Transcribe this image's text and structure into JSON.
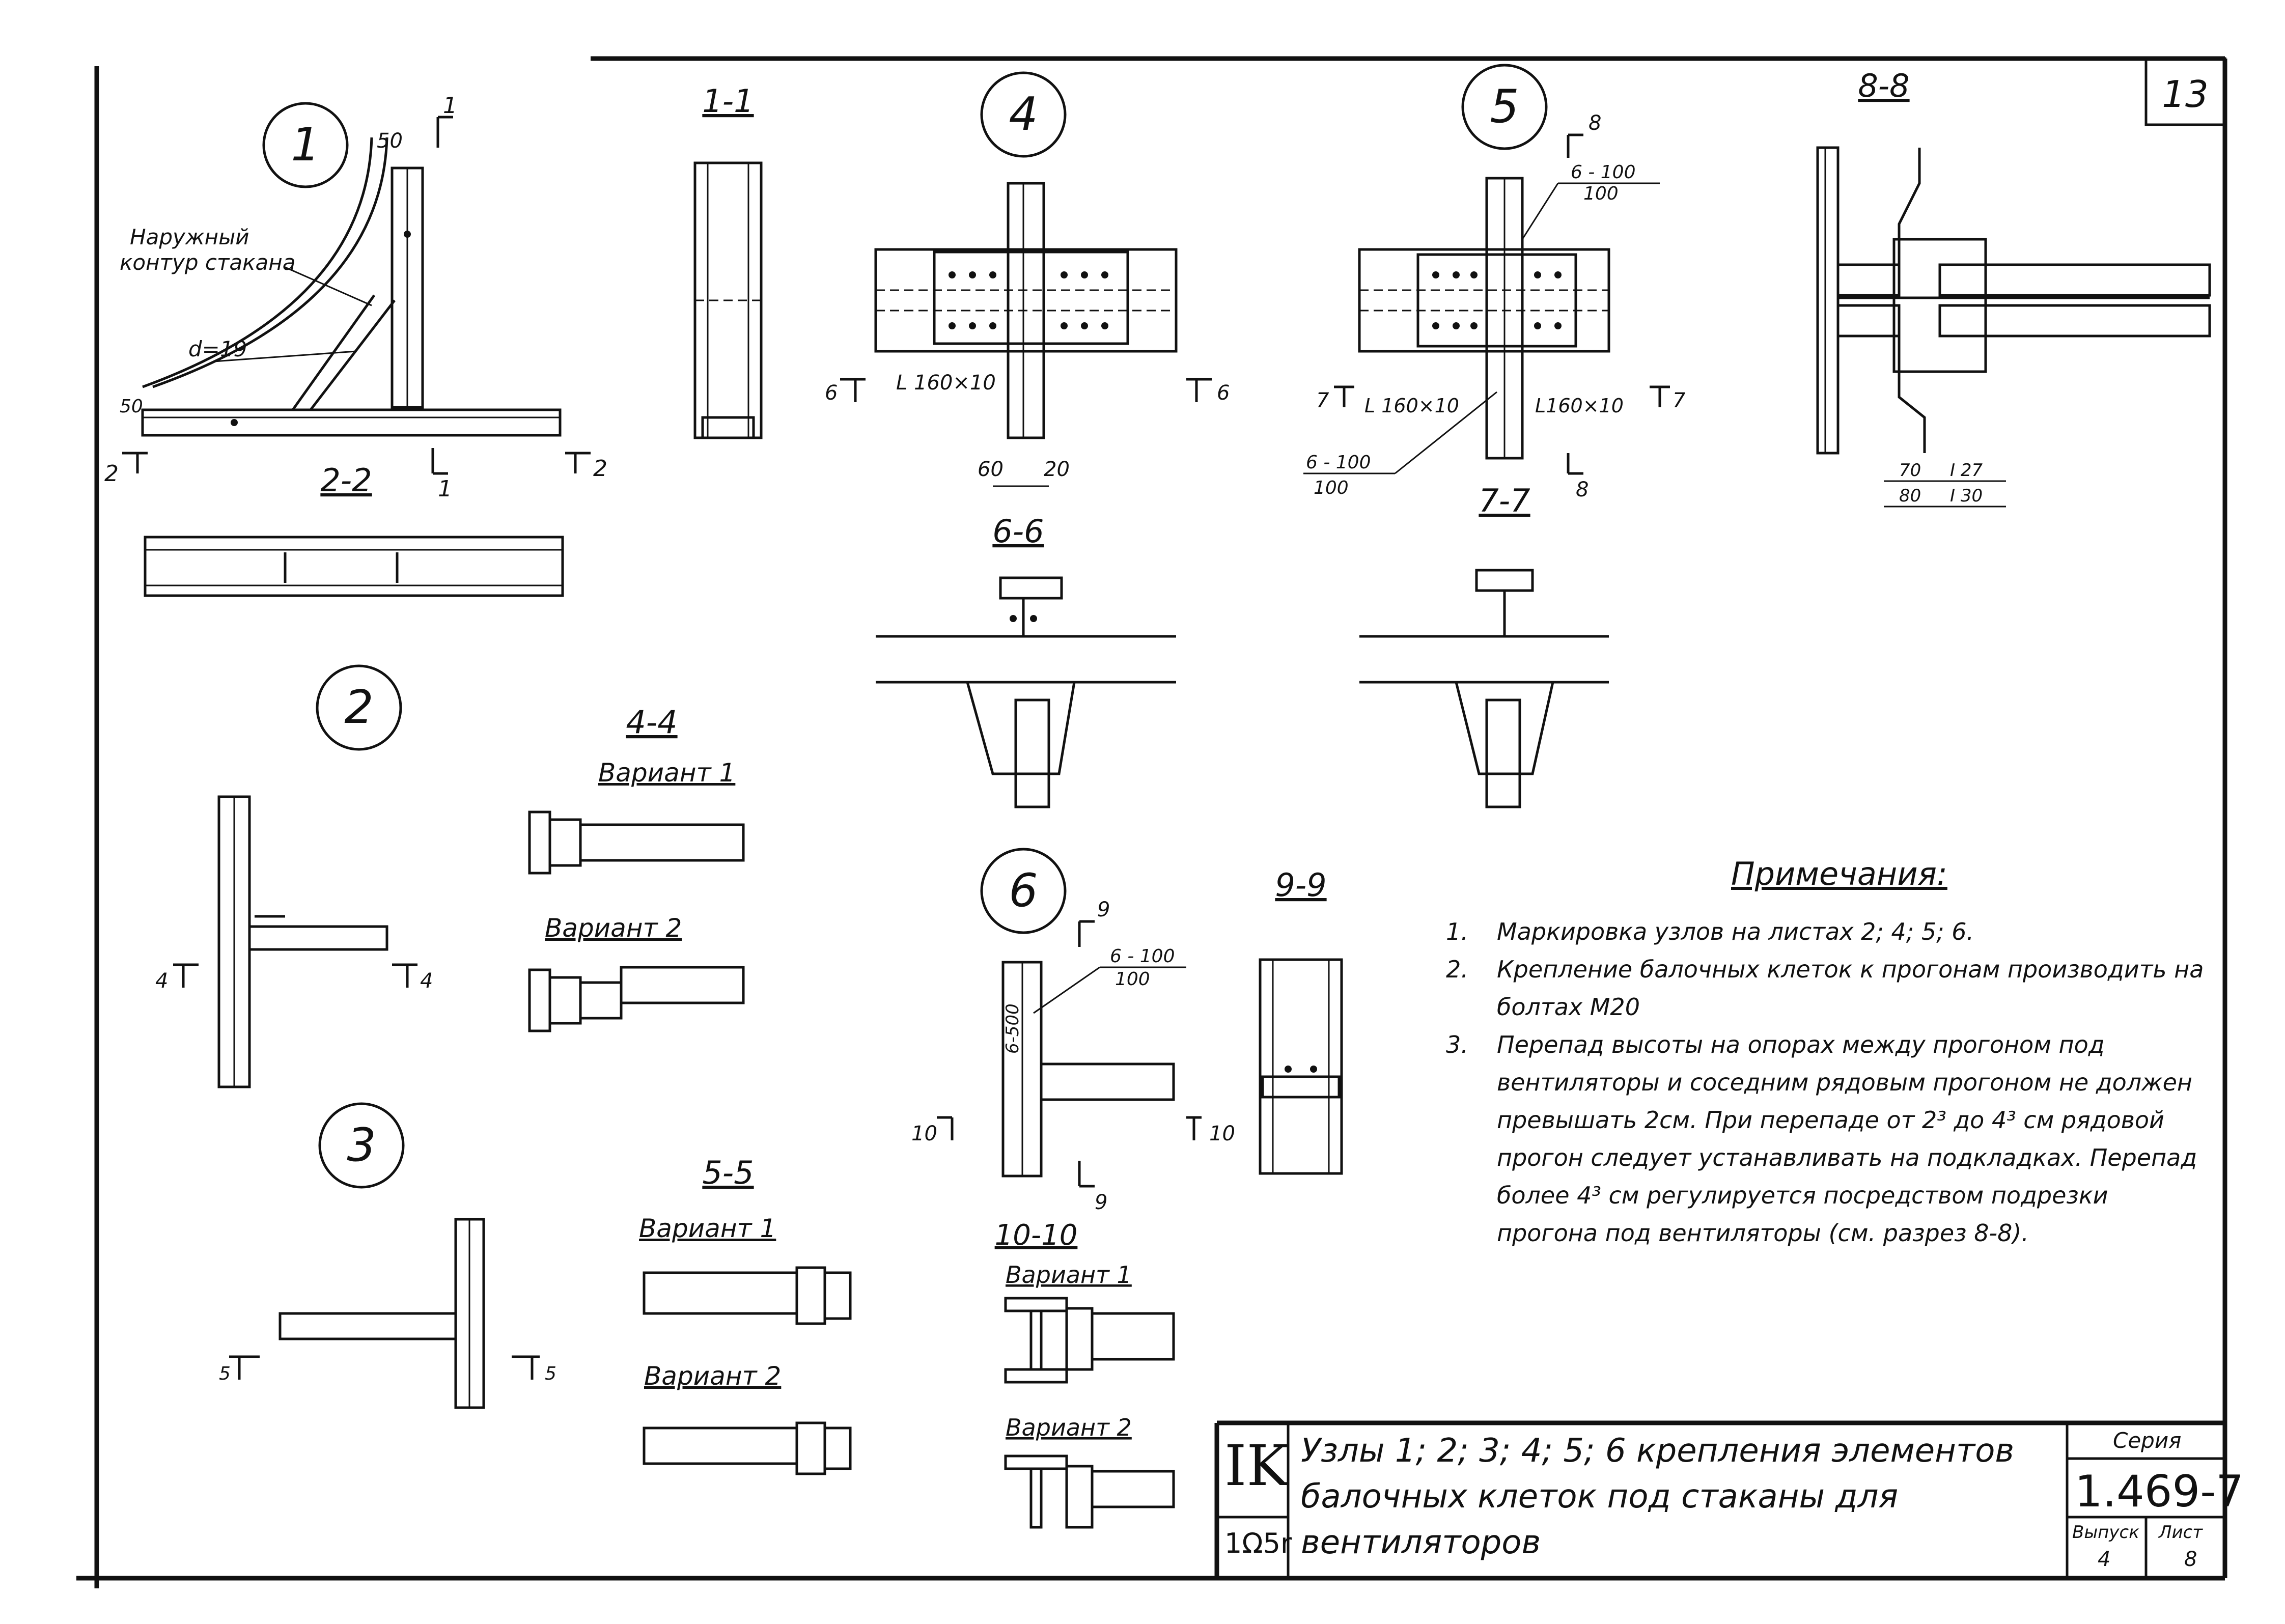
{
  "sheet": {
    "number": "13",
    "title_block": {
      "code": "IK",
      "stamp": "1Ω5r",
      "title": "Узлы  1; 2; 3; 4; 5; 6  крепления элементов балочных клеток под стаканы для вентиляторов",
      "series_label": "Серия",
      "series_value": "1.469-7",
      "issue_label": "Выпуск",
      "issue_value": "4",
      "sheet_label": "Лист",
      "sheet_value": "8"
    }
  },
  "nodes": {
    "n1": "1",
    "n2": "2",
    "n3": "3",
    "n4": "4",
    "n5": "5",
    "n6": "6"
  },
  "sections": {
    "s11": "1-1",
    "s22": "2-2",
    "s44": "4-4",
    "s55": "5-5",
    "s66": "6-6",
    "s77": "7-7",
    "s88": "8-8",
    "s99": "9-9",
    "s1010": "10-10",
    "variant1": "Вариант 1",
    "variant2": "Вариант 2"
  },
  "labels": {
    "outer_contour_1": "Наружный",
    "outer_contour_2": "контур стакана",
    "d19": "d=19",
    "dim50": "50",
    "dim50v": "50",
    "angle160": "L 160×10",
    "angle160b": "L 160×10",
    "angle160c": "L160×10",
    "dim60": "60",
    "dim20": "20",
    "weld6100": "6 - 100",
    "weld100": "100",
    "dim70": "70",
    "dim80": "80",
    "dimI27": "I 27",
    "dimI30": "I 30",
    "cut1": "1",
    "cut2": "2",
    "cut4": "4",
    "cut5": "5",
    "cut6": "6",
    "cut7": "7",
    "cut8": "8",
    "cut9": "9",
    "cut10": "10",
    "dim6500": "6-500"
  },
  "notes": {
    "title": "Примечания:",
    "items": [
      {
        "num": "1.",
        "text": "Маркировка  узлов  на  листах  2; 4; 5; 6."
      },
      {
        "num": "2.",
        "text": "Крепление  балочных  клеток  к  прогонам  производить  на  болтах  M20"
      },
      {
        "num": "3.",
        "text": "Перепад  высоты  на  опорах  между  прогоном  под  вентиляторы  и  соседним  рядовым  прогоном  не  должен  превышать  2см.  При  перепаде  от  2³  до  4³ см  рядовой  прогон  следует  устанавливать  на  подкладках.  Перепад  более  4³ см  регулируется  посредством  подрезки  прогона  под  вентиляторы  (см. разрез 8-8)."
      }
    ]
  }
}
